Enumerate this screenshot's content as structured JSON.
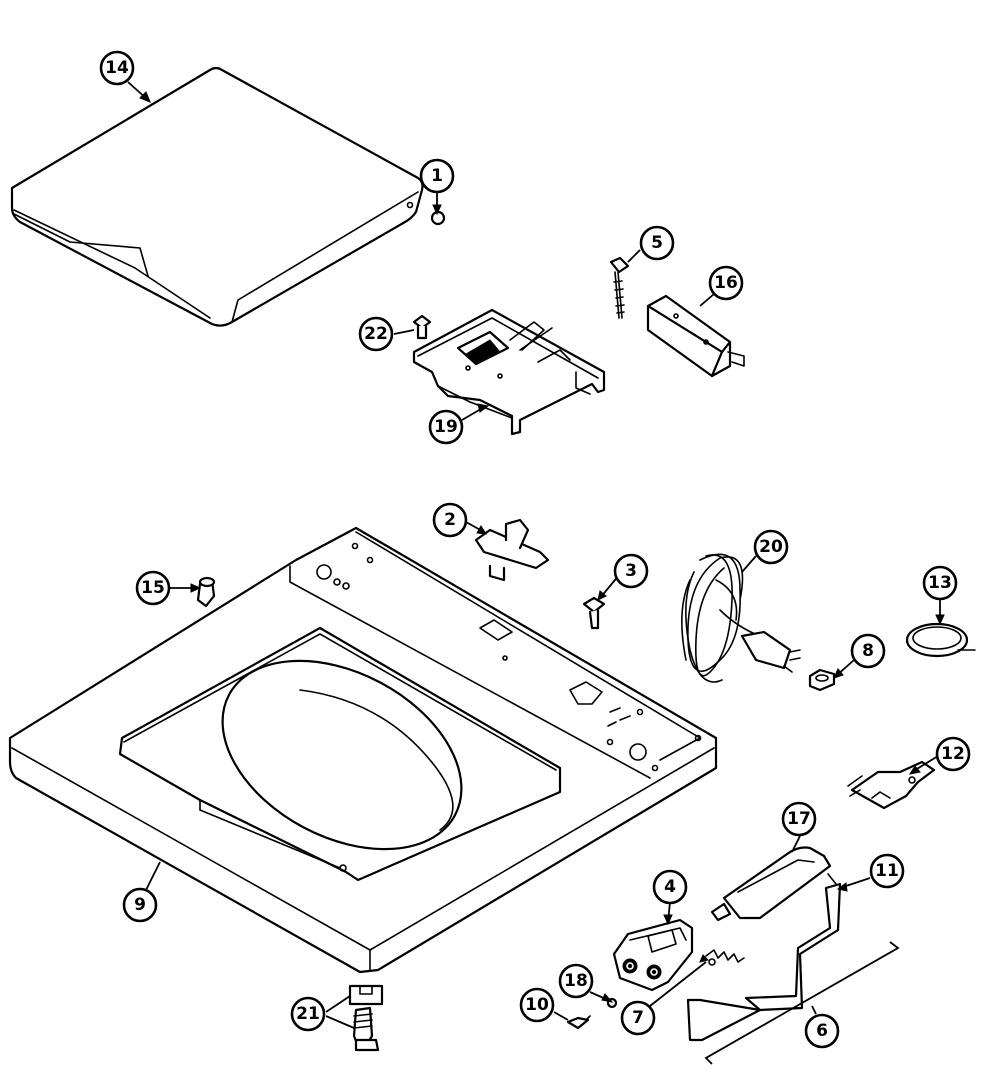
{
  "callouts": [
    {
      "id": "14",
      "label": "14"
    },
    {
      "id": "1",
      "label": "1"
    },
    {
      "id": "5",
      "label": "5"
    },
    {
      "id": "16",
      "label": "16"
    },
    {
      "id": "22",
      "label": "22"
    },
    {
      "id": "19",
      "label": "19"
    },
    {
      "id": "2",
      "label": "2"
    },
    {
      "id": "20",
      "label": "20"
    },
    {
      "id": "3",
      "label": "3"
    },
    {
      "id": "15",
      "label": "15"
    },
    {
      "id": "13",
      "label": "13"
    },
    {
      "id": "8",
      "label": "8"
    },
    {
      "id": "12",
      "label": "12"
    },
    {
      "id": "17",
      "label": "17"
    },
    {
      "id": "11",
      "label": "11"
    },
    {
      "id": "4",
      "label": "4"
    },
    {
      "id": "9",
      "label": "9"
    },
    {
      "id": "18",
      "label": "18"
    },
    {
      "id": "10",
      "label": "10"
    },
    {
      "id": "7",
      "label": "7"
    },
    {
      "id": "6",
      "label": "6"
    },
    {
      "id": "21",
      "label": "21"
    }
  ]
}
